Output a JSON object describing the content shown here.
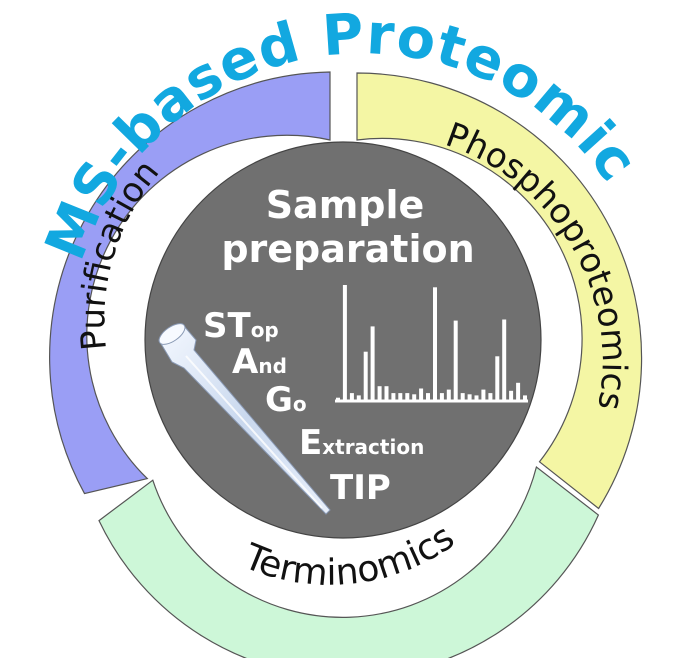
{
  "title": "MS-based Proteomics",
  "segments": {
    "left": "Purification",
    "right": "Phosphoproteomics",
    "bottom": "Terminomics"
  },
  "center": {
    "line1": "Sample",
    "line2": "preparation"
  },
  "stage_tip": [
    {
      "big": "ST",
      "small": "op"
    },
    {
      "big": "A",
      "small": "nd"
    },
    {
      "big": "G",
      "small": "o"
    },
    {
      "big": "E",
      "small": "xtraction"
    },
    {
      "big": "TIP",
      "small": ""
    }
  ],
  "colors": {
    "title": "#12a8e0",
    "left_fill": "#9a9ef5",
    "right_fill": "#f4f6a4",
    "bottom_fill": "#cdf7d8",
    "center_fill": "#707070",
    "center_text": "#ffffff",
    "segment_text": "#111111"
  },
  "icons": [
    "pipette-tip-icon",
    "mass-spectrum-icon"
  ],
  "spectrum_peaks": [
    0.02,
    1.0,
    0.06,
    0.04,
    0.42,
    0.64,
    0.12,
    0.12,
    0.06,
    0.06,
    0.06,
    0.05,
    0.1,
    0.06,
    0.98,
    0.06,
    0.09,
    0.69,
    0.06,
    0.05,
    0.04,
    0.09,
    0.06,
    0.38,
    0.7,
    0.08,
    0.15,
    0.04
  ]
}
